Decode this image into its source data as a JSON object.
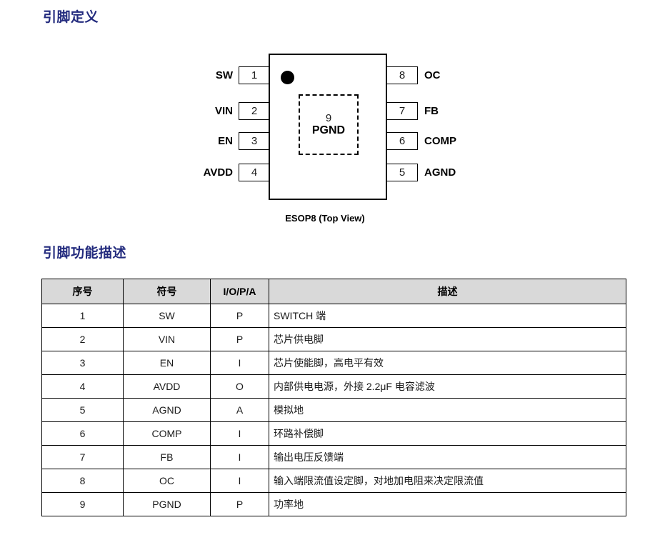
{
  "headings": {
    "pin_definition": "引脚定义",
    "pin_function": "引脚功能描述"
  },
  "diagram": {
    "caption": "ESOP8 (Top View)",
    "exposed_pad": {
      "number": "9",
      "label": "PGND"
    },
    "left_pins": [
      {
        "name": "SW",
        "number": "1"
      },
      {
        "name": "VIN",
        "number": "2"
      },
      {
        "name": "EN",
        "number": "3"
      },
      {
        "name": "AVDD",
        "number": "4"
      }
    ],
    "right_pins": [
      {
        "name": "OC",
        "number": "8"
      },
      {
        "name": "FB",
        "number": "7"
      },
      {
        "name": "COMP",
        "number": "6"
      },
      {
        "name": "AGND",
        "number": "5"
      }
    ]
  },
  "table": {
    "headers": [
      "序号",
      "符号",
      "I/O/P/A",
      "描述"
    ],
    "rows": [
      {
        "no": "1",
        "symbol": "SW",
        "iopa": "P",
        "desc": "SWITCH 端"
      },
      {
        "no": "2",
        "symbol": "VIN",
        "iopa": "P",
        "desc": "芯片供电脚"
      },
      {
        "no": "3",
        "symbol": "EN",
        "iopa": "I",
        "desc": "芯片使能脚，高电平有效"
      },
      {
        "no": "4",
        "symbol": "AVDD",
        "iopa": "O",
        "desc": "内部供电电源，外接 2.2μF 电容滤波"
      },
      {
        "no": "5",
        "symbol": "AGND",
        "iopa": "A",
        "desc": "模拟地"
      },
      {
        "no": "6",
        "symbol": "COMP",
        "iopa": "I",
        "desc": "环路补偿脚"
      },
      {
        "no": "7",
        "symbol": "FB",
        "iopa": "I",
        "desc": "输出电压反馈端"
      },
      {
        "no": "8",
        "symbol": "OC",
        "iopa": "I",
        "desc": "输入端限流值设定脚，对地加电阻来决定限流值"
      },
      {
        "no": "9",
        "symbol": "PGND",
        "iopa": "P",
        "desc": "功率地"
      }
    ]
  },
  "colors": {
    "heading_blue": "#232b7e",
    "table_header_bg": "#d9d9d9",
    "line_black": "#000000"
  }
}
